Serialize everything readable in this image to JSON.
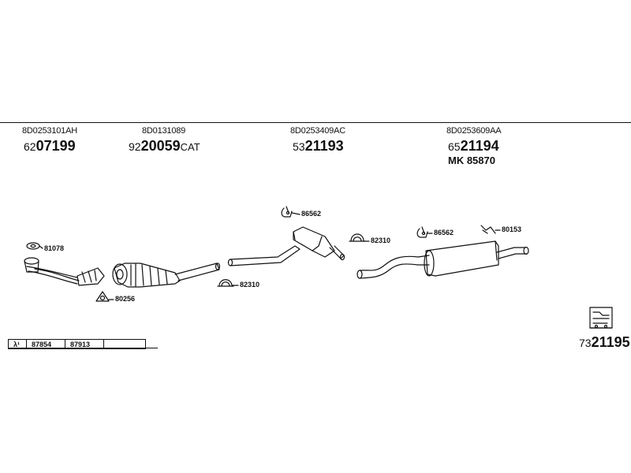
{
  "assemblies": [
    {
      "oe": "8D0253101AH",
      "prefix": "62",
      "number": "07199",
      "suffix": ""
    },
    {
      "oe": "8D0131089",
      "prefix": "92",
      "number": "20059",
      "suffix": "CAT"
    },
    {
      "oe": "8D0253409AC",
      "prefix": "53",
      "number": "21193",
      "suffix": ""
    },
    {
      "oe": "8D0253609AA",
      "prefix": "65",
      "number": "21194",
      "suffix": ""
    }
  ],
  "mount_kit": "MK  85870",
  "callouts": {
    "gasket": "81078",
    "clamp_front": "80256",
    "clamp_mid": "82310",
    "hanger_mid": "86562",
    "clamp_rear": "82310",
    "hanger_rear": "86562",
    "hook": "80153"
  },
  "lambda_table": {
    "symbol": "λ¹",
    "cells": [
      "87854",
      "87913",
      ""
    ]
  },
  "complete_system": {
    "prefix": "73",
    "number": "21195"
  }
}
